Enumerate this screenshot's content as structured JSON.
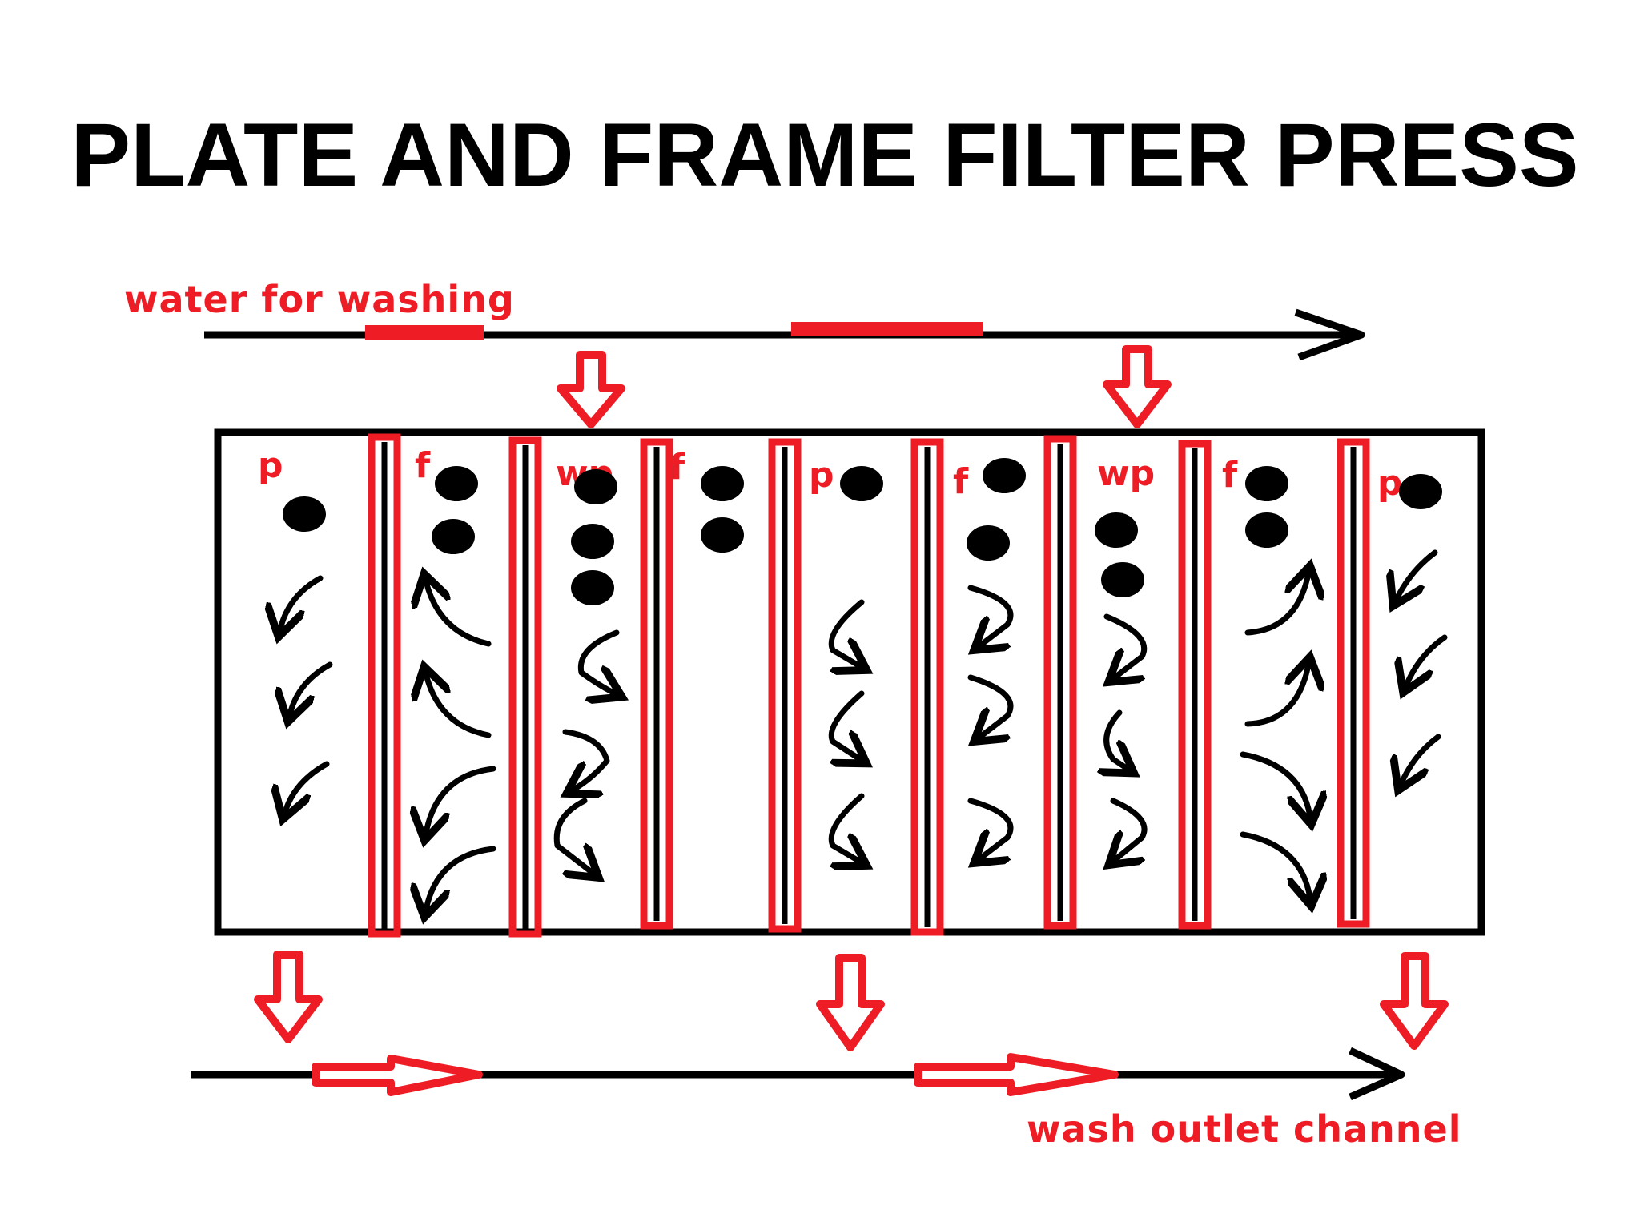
{
  "title": "PLATE AND FRAME FILTER PRESS",
  "labels": {
    "inlet": "water for washing",
    "outlet": "wash outlet channel"
  },
  "chambers": [
    {
      "label": "p"
    },
    {
      "label": "f"
    },
    {
      "label": "wp"
    },
    {
      "label": "f"
    },
    {
      "label": "p"
    },
    {
      "label": "f"
    },
    {
      "label": "wp"
    },
    {
      "label": "f"
    },
    {
      "label": "p"
    }
  ],
  "colors": {
    "ink": "#000000",
    "accent": "#ee1c24",
    "background": "#ffffff"
  }
}
